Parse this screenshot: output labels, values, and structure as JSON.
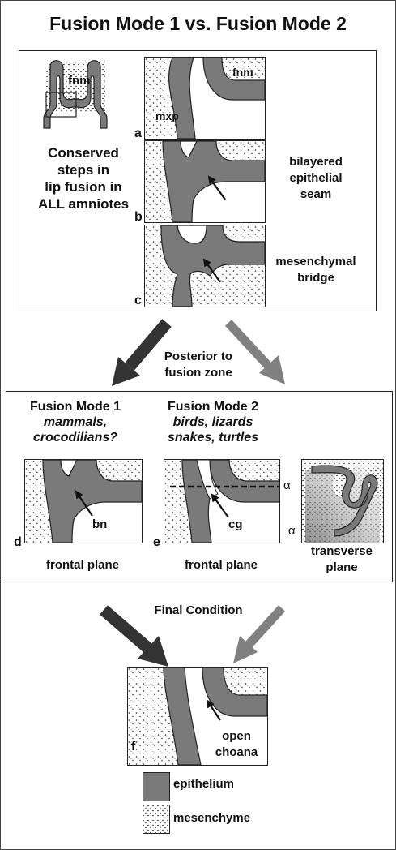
{
  "title": "Fusion Mode 1 vs. Fusion Mode 2",
  "top_box": {
    "inset_label": "fnm",
    "conserved_lines": [
      "Conserved",
      "steps in",
      "lip fusion in",
      "ALL amniotes"
    ],
    "panel_a": {
      "letter": "a",
      "fnm": "fnm",
      "mxp": "mxp"
    },
    "panel_b": {
      "letter": "b",
      "caption_lines": [
        "bilayered",
        "epithelial",
        "seam"
      ]
    },
    "panel_c": {
      "letter": "c",
      "caption_lines": [
        "mesenchymal",
        "bridge"
      ]
    }
  },
  "middle_text_lines": [
    "Posterior to",
    "fusion zone"
  ],
  "mid_box": {
    "mode1_title": "Fusion Mode 1",
    "mode1_sub_lines": [
      "mammals,",
      "crocodilians?"
    ],
    "mode2_title": "Fusion Mode 2",
    "mode2_sub_lines": [
      "birds, lizards",
      "snakes, turtles"
    ],
    "panel_d": {
      "letter": "d",
      "label": "bn",
      "plane": "frontal plane"
    },
    "panel_e": {
      "letter": "e",
      "label": "cg",
      "plane": "frontal plane",
      "alpha": "α"
    },
    "transverse": {
      "alpha": "α",
      "lines": [
        "transverse",
        "plane"
      ]
    }
  },
  "final_condition": "Final Condition",
  "panel_f": {
    "letter": "f",
    "caption_lines": [
      "open",
      "choana"
    ]
  },
  "legend": {
    "epithelium": "epithelium",
    "mesenchyme": "mesenchyme"
  },
  "colors": {
    "epithelium": "#7a7a7a",
    "dark_arrow": "#333333",
    "gray_arrow": "#808080"
  }
}
